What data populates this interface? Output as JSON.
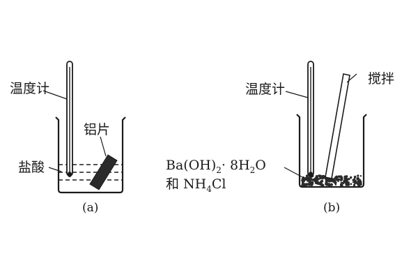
{
  "diagram": {
    "panels": [
      {
        "id": "a",
        "caption": "(a)",
        "labels": {
          "thermometer": "温度计",
          "aluminum_strip": "铝片",
          "hydrochloric_acid": "盐酸"
        }
      },
      {
        "id": "b",
        "caption": "(b)",
        "labels": {
          "thermometer": "温度计",
          "stirring_rod": "搅拌",
          "reagent_line1_prefix": "Ba(OH)",
          "reagent_line1_sub": "2",
          "reagent_line1_suffix": "· 8H",
          "reagent_line1_sub2": "2",
          "reagent_line1_end": "O",
          "reagent_line2_prefix": "和  NH",
          "reagent_line2_sub": "4",
          "reagent_line2_end": "Cl"
        }
      }
    ],
    "colors": {
      "ink": "#1a1a1a",
      "liquid": "#ffffff",
      "solid": "#2b2b2b"
    }
  }
}
